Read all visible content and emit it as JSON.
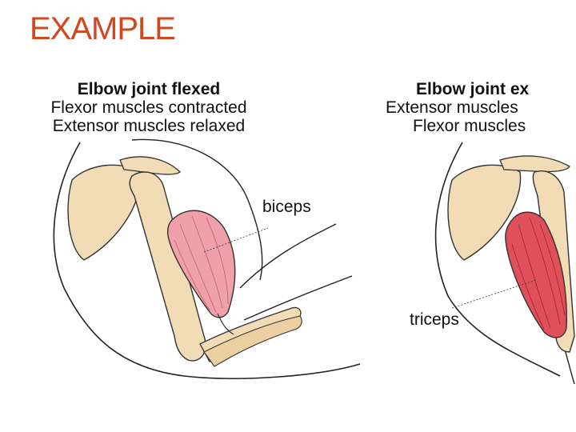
{
  "heading": "EXAMPLE",
  "panels": {
    "left": {
      "line1": "Elbow joint flexed",
      "line2": "Flexor muscles contracted",
      "line3": "Extensor muscles relaxed",
      "muscle_label": "biceps"
    },
    "right": {
      "line1": "Elbow joint ex",
      "line2": "Extensor muscles",
      "line3": "Flexor muscles",
      "muscle_label": "triceps"
    }
  },
  "colors": {
    "heading": "#d2471e",
    "bone": "#f2dcb6",
    "biceps": "#f0a0a8",
    "triceps": "#e0505a"
  }
}
